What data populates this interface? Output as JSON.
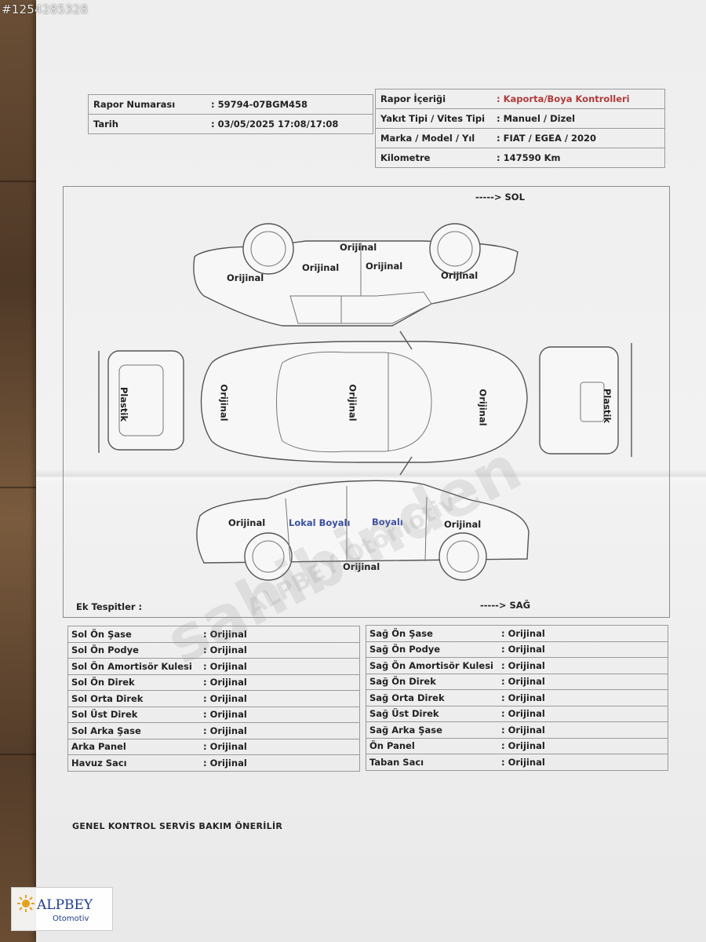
{
  "listing_id": "#1254285328",
  "header_left": [
    {
      "label": "Rapor Numarası",
      "value": ": 59794-07BGM458"
    },
    {
      "label": "Tarih",
      "value": ": 03/05/2025  17:08/17:08"
    }
  ],
  "header_right": [
    {
      "label": "Rapor İçeriği",
      "value": ": Kaporta/Boya Kontrolleri"
    },
    {
      "label": "Yakıt Tipi / Vites Tipi",
      "value": ":  Manuel  / Dizel"
    },
    {
      "label": "Marka / Model / Yıl",
      "value": ": FIAT / EGEA / 2020"
    },
    {
      "label": "Kilometre",
      "value": ": 147590 Km"
    }
  ],
  "diagram": {
    "direction_left": "-----> SOL",
    "direction_right": "-----> SAĞ",
    "extra_findings_label": "Ek Tespitler :",
    "left_side": {
      "rear_bumper": "Orijinal",
      "rear_door": "Orijinal",
      "roof_rail": "Orijinal",
      "front_door": "Orijinal",
      "front_fender": "Orijinal"
    },
    "top_view": {
      "trunk": "Orijinal",
      "roof": "Orijinal",
      "hood": "Orijinal"
    },
    "rear_view": {
      "bumper": "Plastik"
    },
    "front_view": {
      "bumper": "Plastik"
    },
    "right_side": {
      "rear_fender": "Orijinal",
      "rear_door": "Lokal Boyalı",
      "front_door": "Boyalı",
      "front_fender": "Orijinal",
      "sill": "Orijinal"
    }
  },
  "chassis_left": [
    {
      "label": "Sol Ön Şase",
      "value": ": Orijinal"
    },
    {
      "label": "Sol Ön Podye",
      "value": ": Orijinal"
    },
    {
      "label": "Sol Ön Amortisör Kulesi",
      "value": ": Orijinal"
    },
    {
      "label": "Sol Ön Direk",
      "value": ": Orijinal"
    },
    {
      "label": "Sol Orta Direk",
      "value": ": Orijinal"
    },
    {
      "label": "Sol Üst Direk",
      "value": ": Orijinal"
    },
    {
      "label": "Sol Arka Şase",
      "value": ": Orijinal"
    },
    {
      "label": "Arka Panel",
      "value": ": Orijinal"
    },
    {
      "label": "Havuz Sacı",
      "value": ": Orijinal"
    }
  ],
  "chassis_right": [
    {
      "label": "Sağ Ön Şase",
      "value": ": Orijinal"
    },
    {
      "label": "Sağ Ön Podye",
      "value": ": Orijinal"
    },
    {
      "label": "Sağ Ön Amortisör Kulesi",
      "value": ": Orijinal"
    },
    {
      "label": "Sağ Ön Direk",
      "value": ": Orijinal"
    },
    {
      "label": "Sağ Orta Direk",
      "value": ": Orijinal"
    },
    {
      "label": "Sağ Üst Direk",
      "value": ": Orijinal"
    },
    {
      "label": "Sağ Arka Şase",
      "value": ": Orijinal"
    },
    {
      "label": "Ön Panel",
      "value": ": Orijinal"
    },
    {
      "label": "Taban Sacı",
      "value": ": Orijinal"
    }
  ],
  "recommendation": "GENEL KONTROL SERVİS BAKIM ÖNERİLİR",
  "watermark": {
    "line1": "sahibinden",
    "line2": "ALPBEY Otomotiv"
  },
  "logo": {
    "name": "ALPBEY",
    "sub": "Otomotiv",
    "accent": "#1e3c8c"
  },
  "colors": {
    "report_content": "#b23a3a",
    "painted": "#3a4fa0"
  }
}
